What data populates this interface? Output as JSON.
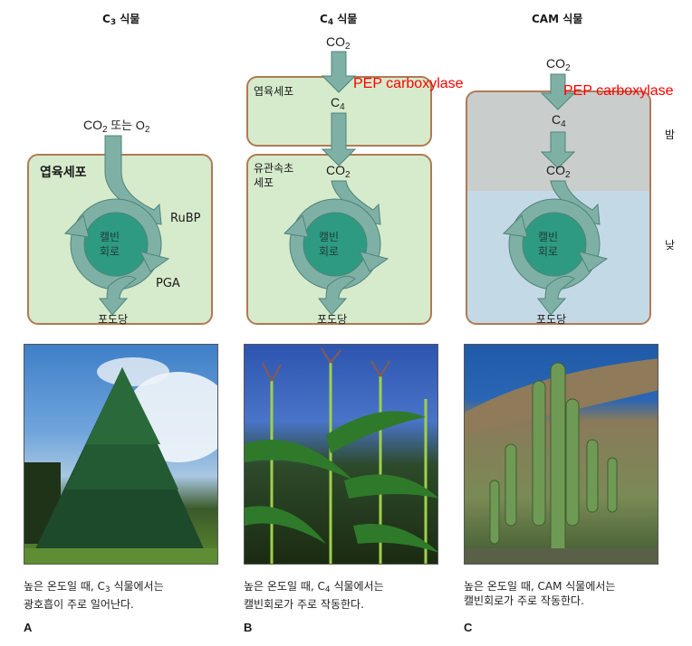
{
  "panels": [
    {
      "id": "A",
      "title_prefix": "C",
      "title_sub": "3",
      "title_suffix": " 식물",
      "input_label": {
        "pre": "CO",
        "sub": "2",
        "mid": " 또는 O",
        "sub2": "2"
      },
      "cell_label": "엽육세포",
      "cycle_label_line1": "캘빈",
      "cycle_label_line2": "회로",
      "rubp_label": "RuBP",
      "pga_label": "PGA",
      "product_label": "포도당",
      "caption_line1_pre": "높은 온도일 때, C",
      "caption_line1_sub": "3",
      "caption_line1_post": " 식물에서는",
      "caption_line2": "광호흡이 주로 일어난다.",
      "letter": "A",
      "photo": "spruce-tree"
    },
    {
      "id": "B",
      "title_prefix": "C",
      "title_sub": "4",
      "title_suffix": " 식물",
      "input_label": {
        "pre": "CO",
        "sub": "2"
      },
      "enzyme_label": "PEP carboxylase",
      "mesophyll_label": "엽육세포",
      "c4_label": {
        "pre": "C",
        "sub": "4"
      },
      "bundle_sheath_label_line1": "유관속초",
      "bundle_sheath_label_line2": "세포",
      "co2_label": {
        "pre": "CO",
        "sub": "2"
      },
      "cycle_label_line1": "캘빈",
      "cycle_label_line2": "회로",
      "product_label": "포도당",
      "caption_line1_pre": "높은 온도일 때, C",
      "caption_line1_sub": "4",
      "caption_line1_post": " 식물에서는",
      "caption_line2": "캘빈회로가 주로 작동한다.",
      "letter": "B",
      "photo": "corn-field"
    },
    {
      "id": "C",
      "title": "CAM 식물",
      "input_label": {
        "pre": "CO",
        "sub": "2"
      },
      "enzyme_label": "PEP carboxylase",
      "c4_label": {
        "pre": "C",
        "sub": "4"
      },
      "co2_label": {
        "pre": "CO",
        "sub": "2"
      },
      "night_label": "밤",
      "day_label": "낮",
      "cycle_label_line1": "캘빈",
      "cycle_label_line2": "회로",
      "product_label": "포도당",
      "caption_line1": "높은 온도일 때, CAM 식물에서는",
      "caption_line2": "캘빈회로가 주로 작동한다.",
      "letter": "C",
      "photo": "saguaro-cactus"
    }
  ],
  "colors": {
    "cell_fill": "#d6ebcc",
    "cell_border": "#b07a55",
    "arrow_fill": "#7fb0a6",
    "arrow_stroke": "#4f8478",
    "cycle_core": "#2e9a82",
    "night_fill": "#c9cdcb",
    "day_fill": "#c4d9e6",
    "enzyme_text": "#ff0000"
  }
}
